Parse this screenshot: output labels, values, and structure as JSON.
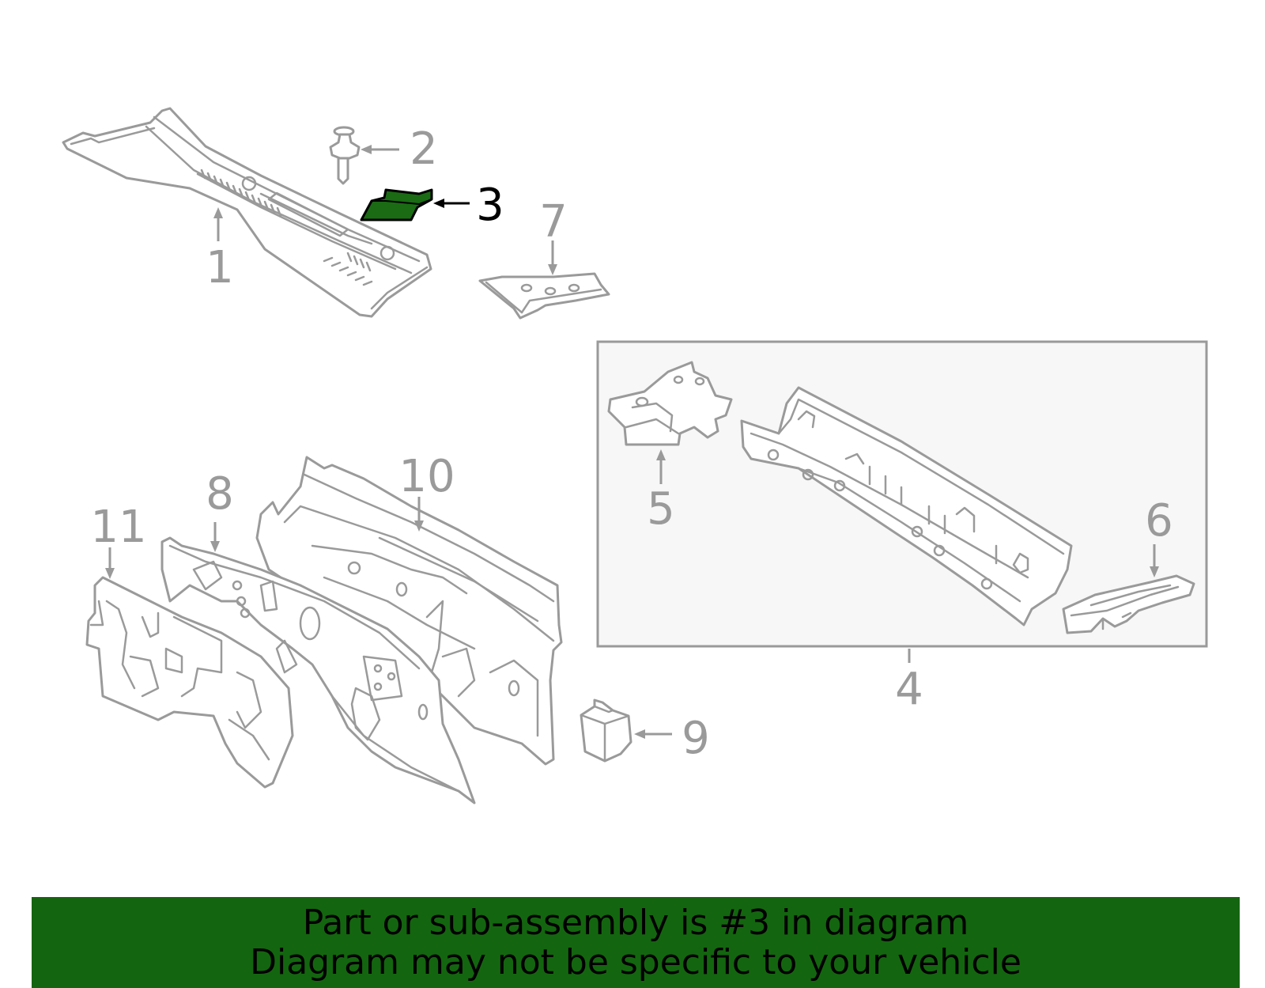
{
  "callouts": {
    "c1": "1",
    "c2": "2",
    "c3": "3",
    "c4": "4",
    "c5": "5",
    "c6": "6",
    "c7": "7",
    "c8": "8",
    "c9": "9",
    "c10": "10",
    "c11": "11"
  },
  "highlighted_part": "3",
  "colors": {
    "highlight_fill": "#1a6b14",
    "banner_background": "#14650f",
    "line_gray": "#9a9a9a"
  },
  "banner": {
    "line1": "Part or sub-assembly is #3 in diagram",
    "line2": "Diagram may not be specific to your vehicle"
  }
}
